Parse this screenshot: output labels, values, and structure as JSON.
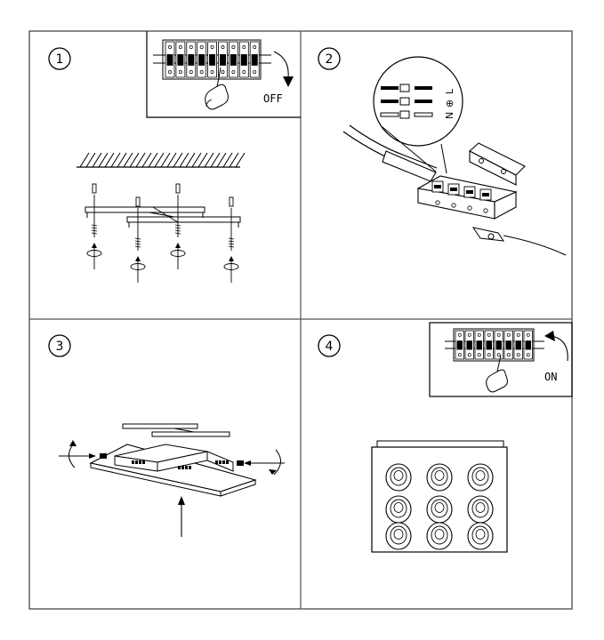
{
  "steps": [
    {
      "number": "1",
      "label": "OFF"
    },
    {
      "number": "2",
      "label": ""
    },
    {
      "number": "3",
      "label": ""
    },
    {
      "number": "4",
      "label": "ON"
    }
  ],
  "wiring_legend": {
    "neutral": "N",
    "earth": "⊕",
    "live": "L"
  },
  "colors": {
    "line": "#000000",
    "background": "#ffffff",
    "frame": "#555555"
  }
}
